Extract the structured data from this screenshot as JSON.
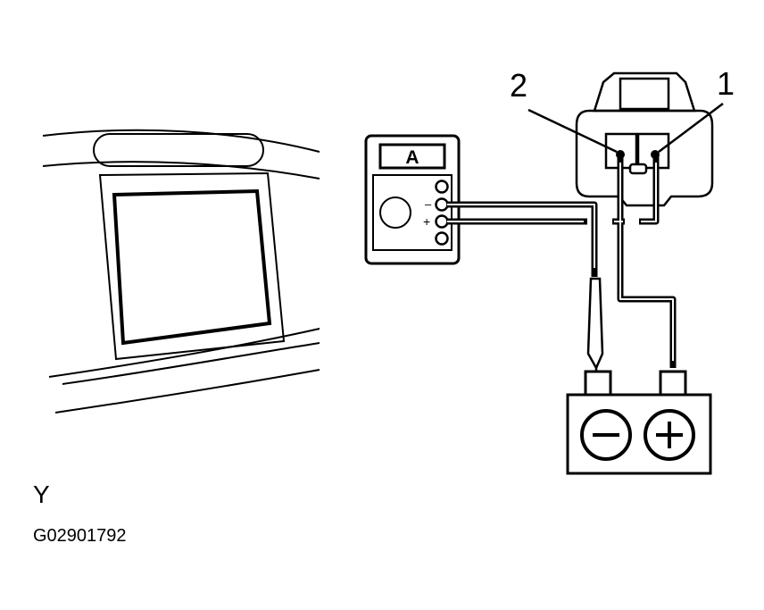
{
  "labels": {
    "terminal_2": "2",
    "terminal_1": "1",
    "meter_mode": "A",
    "meter_minus": "–",
    "meter_plus": "+",
    "battery_minus": "−",
    "battery_plus": "+",
    "view_letter": "Y",
    "figure_code": "G02901792"
  },
  "colors": {
    "line": "#000000",
    "background": "#ffffff"
  }
}
